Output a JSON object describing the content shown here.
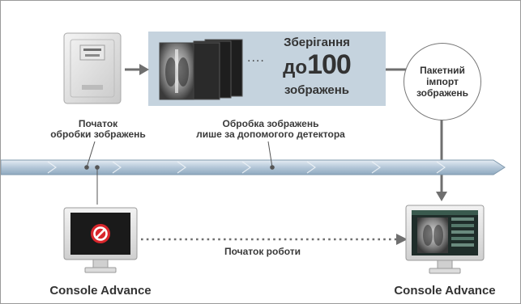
{
  "detector": {
    "label_line1": "Початок",
    "label_line2": "обробки зображень"
  },
  "storage": {
    "line1": "Зберігання",
    "prefix": "до",
    "number": "100",
    "line3": "зображень",
    "dots": "...."
  },
  "processing": {
    "line1": "Обробка зображень",
    "line2": "лише за допомогого детектора"
  },
  "batch_import": {
    "line1": "Пакетний",
    "line2": "імпорт",
    "line3": "зображень"
  },
  "start_work": "Початок роботи",
  "left_console": {
    "label": "Console Advance",
    "icon": "no-entry-icon"
  },
  "right_console": {
    "label": "Console Advance",
    "icon": "chest-xray-icon"
  },
  "colors": {
    "panel": "#c5d3de",
    "timeline": "#b8cad9",
    "arrow": "#6f6f6f",
    "no_entry": "#d9262c"
  }
}
